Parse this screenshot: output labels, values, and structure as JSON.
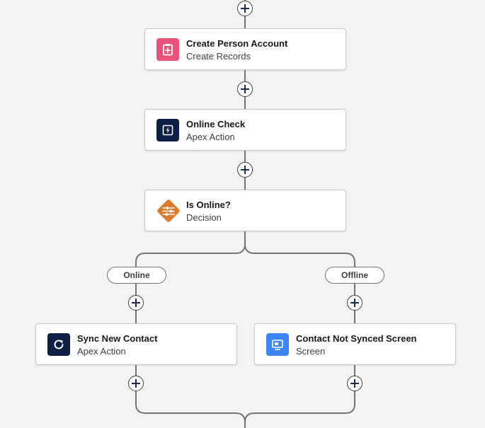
{
  "canvas": {
    "background": "#f3f3f3",
    "connector_color": "#747474"
  },
  "nodes": {
    "create_person_account": {
      "title": "Create Person Account",
      "subtitle": "Create Records",
      "icon": "create-records-icon",
      "icon_color": "#e9537a"
    },
    "online_check": {
      "title": "Online Check",
      "subtitle": "Apex Action",
      "icon": "apex-action-icon",
      "icon_color": "#0d1f45"
    },
    "is_online": {
      "title": "Is Online?",
      "subtitle": "Decision",
      "icon": "decision-icon",
      "icon_color": "#dd7a2d"
    },
    "sync_new_contact": {
      "title": "Sync New Contact",
      "subtitle": "Apex Action",
      "icon": "refresh-icon",
      "icon_color": "#0d1f45"
    },
    "contact_not_synced_screen": {
      "title": "Contact Not Synced Screen",
      "subtitle": "Screen",
      "icon": "screen-icon",
      "icon_color": "#3b86f7"
    }
  },
  "branches": {
    "online": {
      "label": "Online"
    },
    "offline": {
      "label": "Offline"
    }
  }
}
